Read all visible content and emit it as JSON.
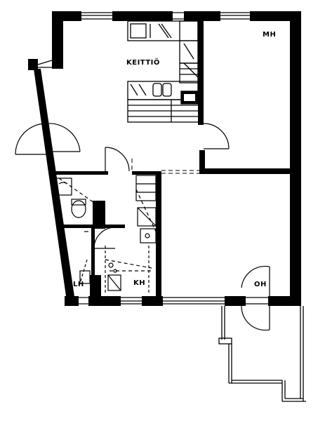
{
  "plan": {
    "labels": {
      "kitchen": "KEITTIÖ",
      "bedroom": "MH",
      "toilet": "LH",
      "bathroom": "KH",
      "living": "OH"
    }
  },
  "colors": {
    "wall": "#000000",
    "line": "#000000",
    "background": "#ffffff"
  }
}
